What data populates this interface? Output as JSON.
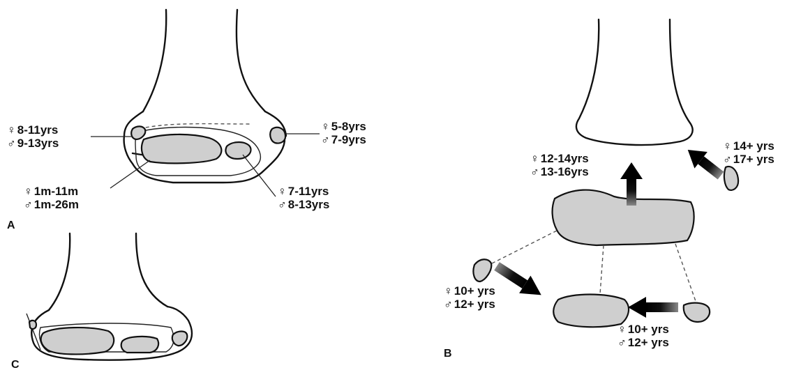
{
  "panels": {
    "a": "A",
    "b": "B",
    "c": "C"
  },
  "symbols": {
    "female": "♀",
    "male": "♂"
  },
  "panel_a": {
    "lateral_epicondyle": {
      "female": "8-11yrs",
      "male": "9-13yrs"
    },
    "medial_epicondyle": {
      "female": "5-8yrs",
      "male": "7-9yrs"
    },
    "capitellum": {
      "female": "1m-11m",
      "male": "1m-26m"
    },
    "trochlea": {
      "female": "7-11yrs",
      "male": "8-13yrs"
    }
  },
  "panel_b": {
    "shaft_fusion": {
      "female": "12-14yrs",
      "male": "13-16yrs"
    },
    "medial_fusion": {
      "female": "14+ yrs",
      "male": "17+ yrs"
    },
    "lateral_fusion": {
      "female": "10+ yrs",
      "male": "12+ yrs"
    },
    "trochlea_fusion": {
      "female": "10+ yrs",
      "male": "12+ yrs"
    }
  }
}
